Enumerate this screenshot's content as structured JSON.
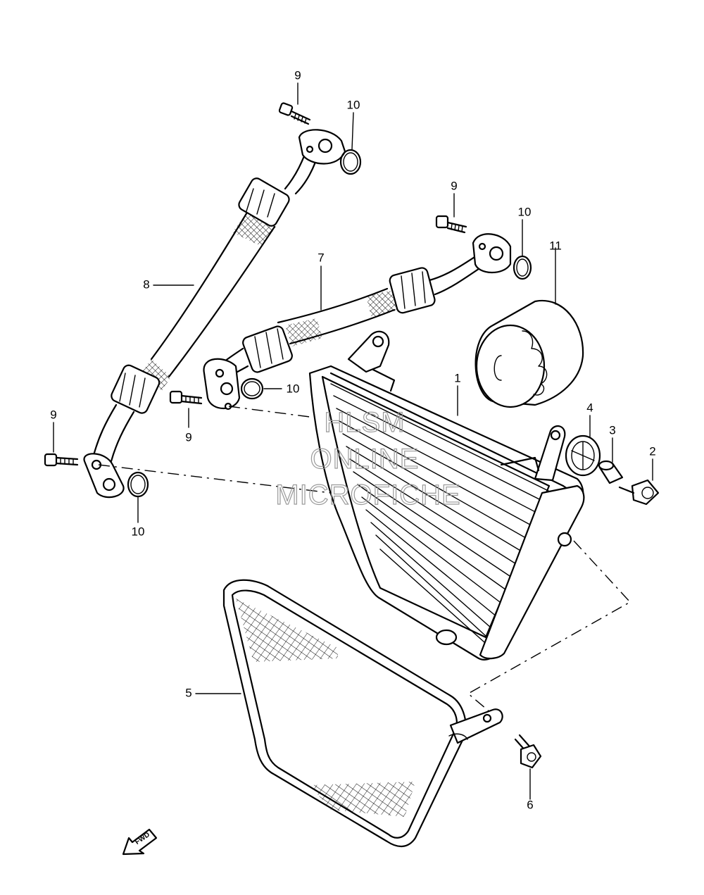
{
  "parts": [
    {
      "id": "p1",
      "label": "1"
    },
    {
      "id": "p2",
      "label": "2"
    },
    {
      "id": "p3",
      "label": "3"
    },
    {
      "id": "p4",
      "label": "4"
    },
    {
      "id": "p5",
      "label": "5"
    },
    {
      "id": "p6",
      "label": "6"
    },
    {
      "id": "p7",
      "label": "7"
    },
    {
      "id": "p8",
      "label": "8"
    },
    {
      "id": "p9a",
      "label": "9"
    },
    {
      "id": "p9b",
      "label": "9"
    },
    {
      "id": "p9c",
      "label": "9"
    },
    {
      "id": "p9d",
      "label": "9"
    },
    {
      "id": "p10a",
      "label": "10"
    },
    {
      "id": "p10b",
      "label": "10"
    },
    {
      "id": "p10c",
      "label": "10"
    },
    {
      "id": "p10d",
      "label": "10"
    },
    {
      "id": "p11",
      "label": "11"
    }
  ],
  "watermark": [
    "HLSM",
    "ONLINE",
    "MICROFICHE"
  ],
  "fwd_label": "FWD"
}
